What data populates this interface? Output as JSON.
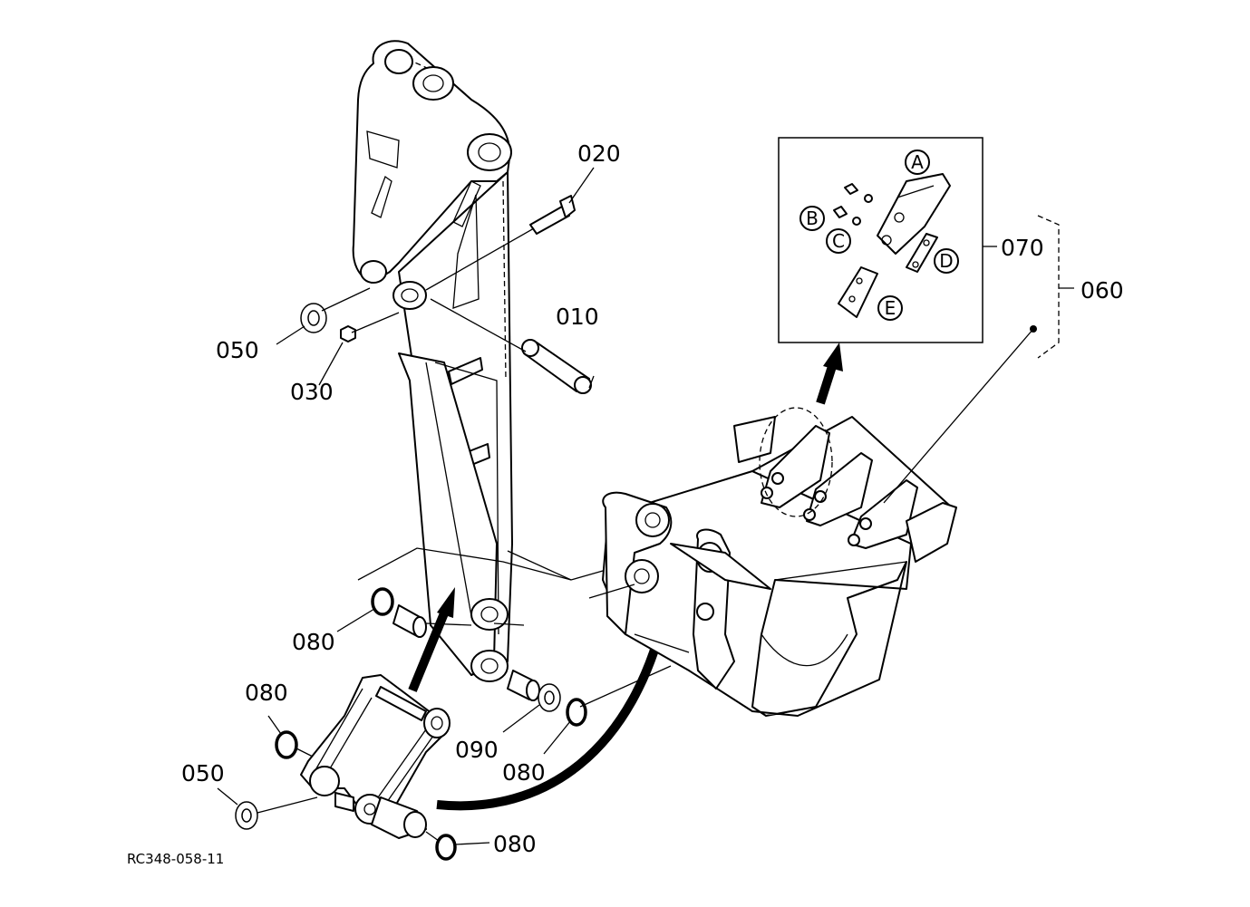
{
  "labels": {
    "p010": "010",
    "p020": "020",
    "p030": "030",
    "p050_top": "050",
    "p050_bottom": "050",
    "p060": "060",
    "p070": "070",
    "p080_a": "080",
    "p080_b": "080",
    "p080_c": "080",
    "p080_d": "080",
    "p090": "090"
  },
  "inset": {
    "A": "A",
    "B": "B",
    "C": "C",
    "D": "D",
    "E": "E"
  },
  "reference": "RC348-058-11"
}
